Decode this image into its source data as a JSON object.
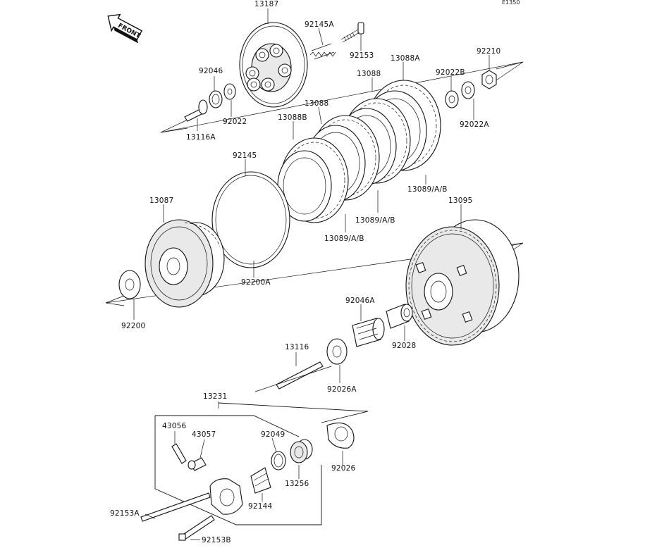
{
  "diagram": {
    "code": "E1350",
    "front_label": "FRONT",
    "callouts": {
      "c13187": "13187",
      "c92145A": "92145A",
      "c92153": "92153",
      "c13088A": "13088A",
      "c92210": "92210",
      "c92046": "92046",
      "c13088_top": "13088",
      "c92022B": "92022B",
      "c92022": "92022",
      "c13088_mid": "13088",
      "c92022A": "92022A",
      "c13116A": "13116A",
      "c13088B": "13088B",
      "c92145": "92145",
      "c13089_right": "13089/A/B",
      "c13089_mid": "13089/A/B",
      "c13089_left": "13089/A/B",
      "c13087": "13087",
      "c13095": "13095",
      "c92200A": "92200A",
      "c92200": "92200",
      "c92046A": "92046A",
      "c92028": "92028",
      "c13116": "13116",
      "c92026A": "92026A",
      "c13231": "13231",
      "c43056": "43056",
      "c43057": "43057",
      "c92049": "92049",
      "c92026": "92026",
      "c13256": "13256",
      "c92144": "92144",
      "c92153A": "92153A",
      "c92153B": "92153B"
    }
  }
}
